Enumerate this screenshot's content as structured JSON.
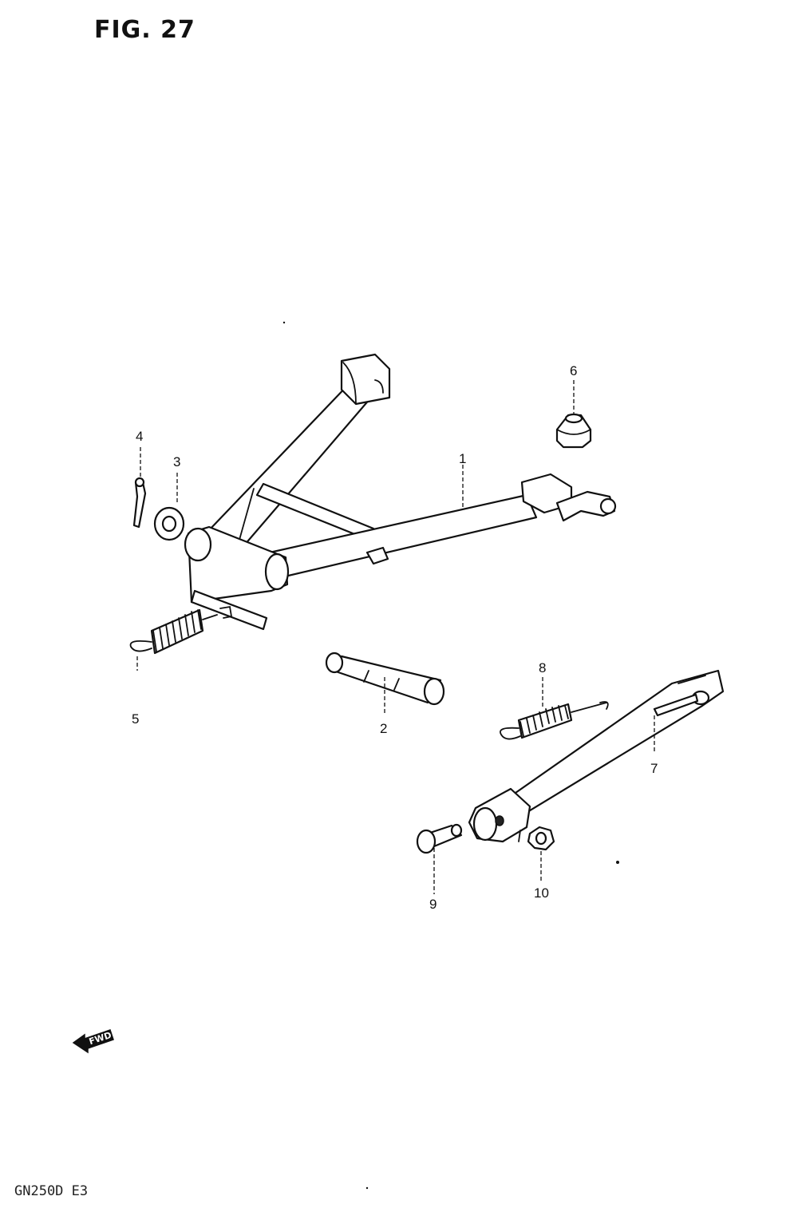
{
  "figure": {
    "title": "FIG. 27",
    "model_code": "GN250D E3"
  },
  "fwd_arrow": {
    "label": "FWD",
    "icon": "fwd-arrow-icon"
  },
  "parts": [
    {
      "ref": "1",
      "name": "main-stand"
    },
    {
      "ref": "2",
      "name": "stand-shaft"
    },
    {
      "ref": "3",
      "name": "washer"
    },
    {
      "ref": "4",
      "name": "cotter-pin"
    },
    {
      "ref": "5",
      "name": "stand-spring"
    },
    {
      "ref": "6",
      "name": "rubber-cap"
    },
    {
      "ref": "7",
      "name": "side-stand"
    },
    {
      "ref": "8",
      "name": "side-stand-spring"
    },
    {
      "ref": "9",
      "name": "bolt"
    },
    {
      "ref": "10",
      "name": "nut"
    }
  ]
}
